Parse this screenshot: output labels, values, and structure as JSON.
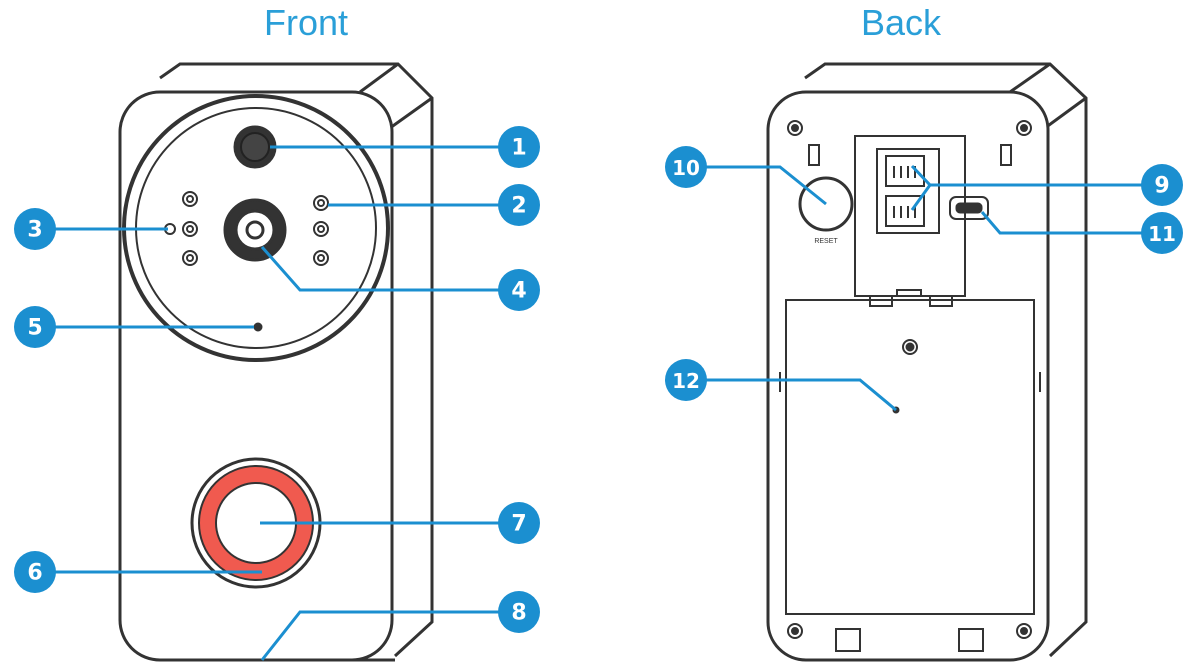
{
  "titles": {
    "front": "Front",
    "back": "Back"
  },
  "callouts": [
    "1",
    "2",
    "3",
    "4",
    "5",
    "6",
    "7",
    "8",
    "9",
    "10",
    "11",
    "12"
  ],
  "reset_label": "RESET",
  "colors": {
    "accent": "#2a9fd8",
    "badge": "#1b8fd0",
    "ring": "#f05a4f",
    "outline": "#333333"
  }
}
